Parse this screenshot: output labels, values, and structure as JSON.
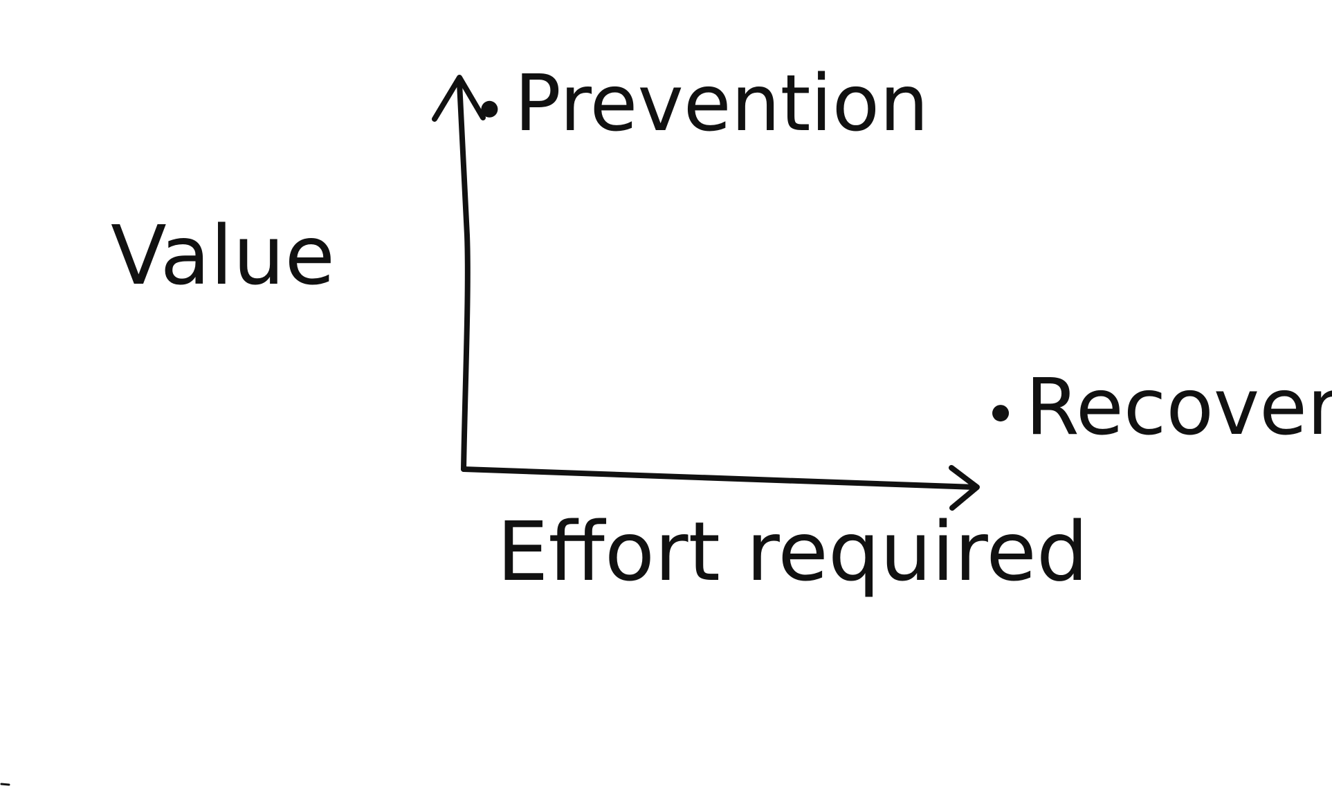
{
  "chart_data": {
    "type": "scatter",
    "title": "",
    "xlabel": "Effort required",
    "ylabel": "Value",
    "xlim": [
      0,
      10
    ],
    "ylim": [
      0,
      10
    ],
    "grid": false,
    "legend": "none",
    "points": [
      {
        "label": "Prevention",
        "x": 0.4,
        "y": 9.0
      },
      {
        "label": "Recovery",
        "x": 8.3,
        "y": 1.4
      }
    ]
  },
  "colors": {
    "ink": "#111111",
    "background": "#ffffff"
  }
}
